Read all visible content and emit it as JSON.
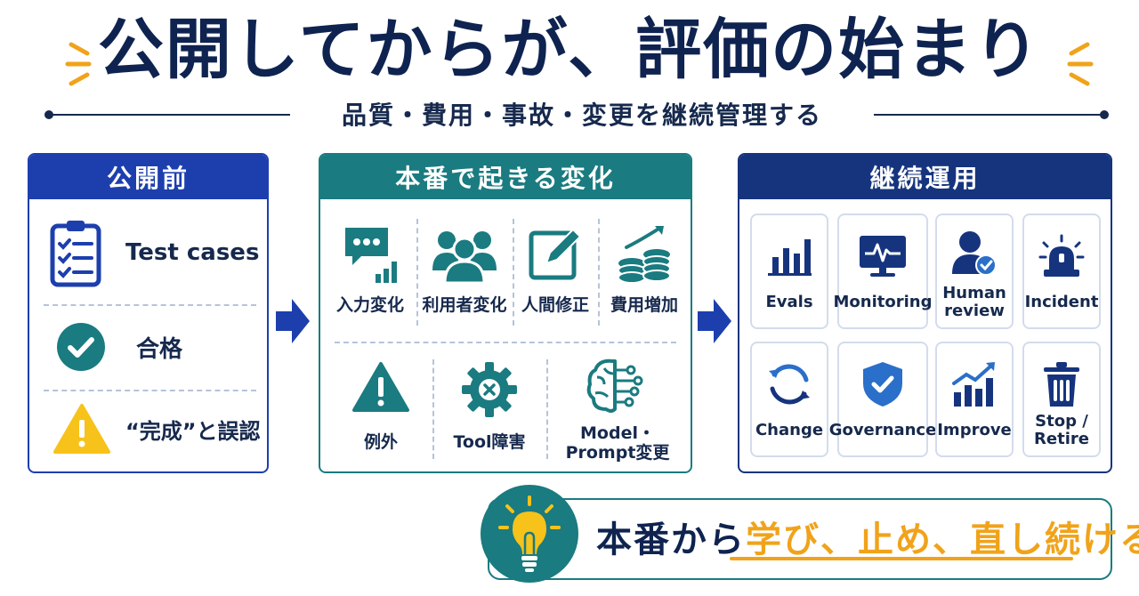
{
  "title": "公開してからが、評価の始まり",
  "subtitle": "品質・費用・事故・変更を継続管理する",
  "colors": {
    "navy": "#0f2350",
    "blue": "#1d3fae",
    "teal": "#1a7b80",
    "dark_blue": "#16347e",
    "yellow": "#f0a31a"
  },
  "before_launch": {
    "header": "公開前",
    "items": [
      {
        "icon": "clipboard-checklist-icon",
        "label": "Test cases"
      },
      {
        "icon": "check-circle-icon",
        "label": "合格"
      },
      {
        "icon": "warning-triangle-icon",
        "label": "“完成”と誤認"
      }
    ]
  },
  "production_changes": {
    "header": "本番で起きる変化",
    "top_items": [
      {
        "icon": "chat-bars-icon",
        "label": "入力変化"
      },
      {
        "icon": "users-group-icon",
        "label": "利用者変化"
      },
      {
        "icon": "edit-pencil-icon",
        "label": "人間修正"
      },
      {
        "icon": "coins-growth-icon",
        "label": "費用増加"
      }
    ],
    "bottom_items": [
      {
        "icon": "exclamation-triangle-icon",
        "label": "例外"
      },
      {
        "icon": "gear-x-icon",
        "label": "Tool障害"
      },
      {
        "icon": "brain-circuit-icon",
        "label": "Model・\nPrompt変更"
      }
    ]
  },
  "continuous_ops": {
    "header": "継続運用",
    "tiles": [
      {
        "icon": "bar-chart-icon",
        "label": "Evals"
      },
      {
        "icon": "monitor-pulse-icon",
        "label": "Monitoring"
      },
      {
        "icon": "person-check-icon",
        "label": "Human\nreview"
      },
      {
        "icon": "alarm-light-icon",
        "label": "Incident"
      },
      {
        "icon": "refresh-cycle-icon",
        "label": "Change"
      },
      {
        "icon": "shield-check-icon",
        "label": "Governance"
      },
      {
        "icon": "trend-up-bars-icon",
        "label": "Improve"
      },
      {
        "icon": "trash-can-icon",
        "label": "Stop /\nRetire"
      }
    ]
  },
  "banner": {
    "icon": "lightbulb-icon",
    "prefix": "本番から",
    "accent": "学び、止め、直し続ける"
  }
}
